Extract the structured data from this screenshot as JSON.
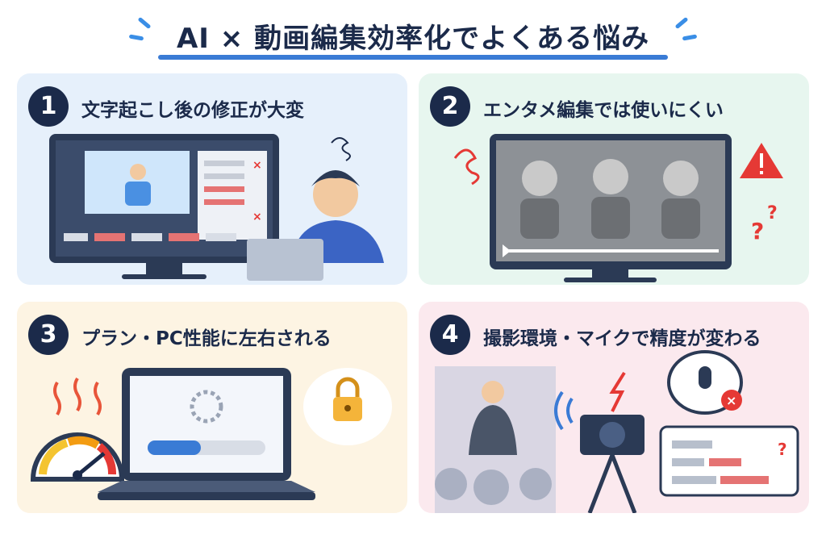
{
  "title": "AI × 動画編集効率化でよくある悩み",
  "panels": [
    {
      "number": "1",
      "heading": "文字起こし後の修正が大変"
    },
    {
      "number": "2",
      "heading": "エンタメ編集では使いにくい"
    },
    {
      "number": "3",
      "heading": "プラン・PC性能に左右される"
    },
    {
      "number": "4",
      "heading": "撮影環境・マイクで精度が変わる"
    }
  ],
  "colors": {
    "navy": "#1b2a4a",
    "accent_blue": "#3a7bd5",
    "alert_red": "#e53935"
  },
  "icons": [
    "editor-monitor-icon",
    "stressed-person-icon",
    "laptop-icon",
    "entertainment-monitor-icon",
    "warning-icon",
    "speedometer-icon",
    "loading-laptop-icon",
    "lock-icon",
    "speaker-icon",
    "camera-icon",
    "microphone-off-icon",
    "error-subtitles-icon"
  ],
  "progress": {
    "loading_bar_fraction": 0.45
  }
}
